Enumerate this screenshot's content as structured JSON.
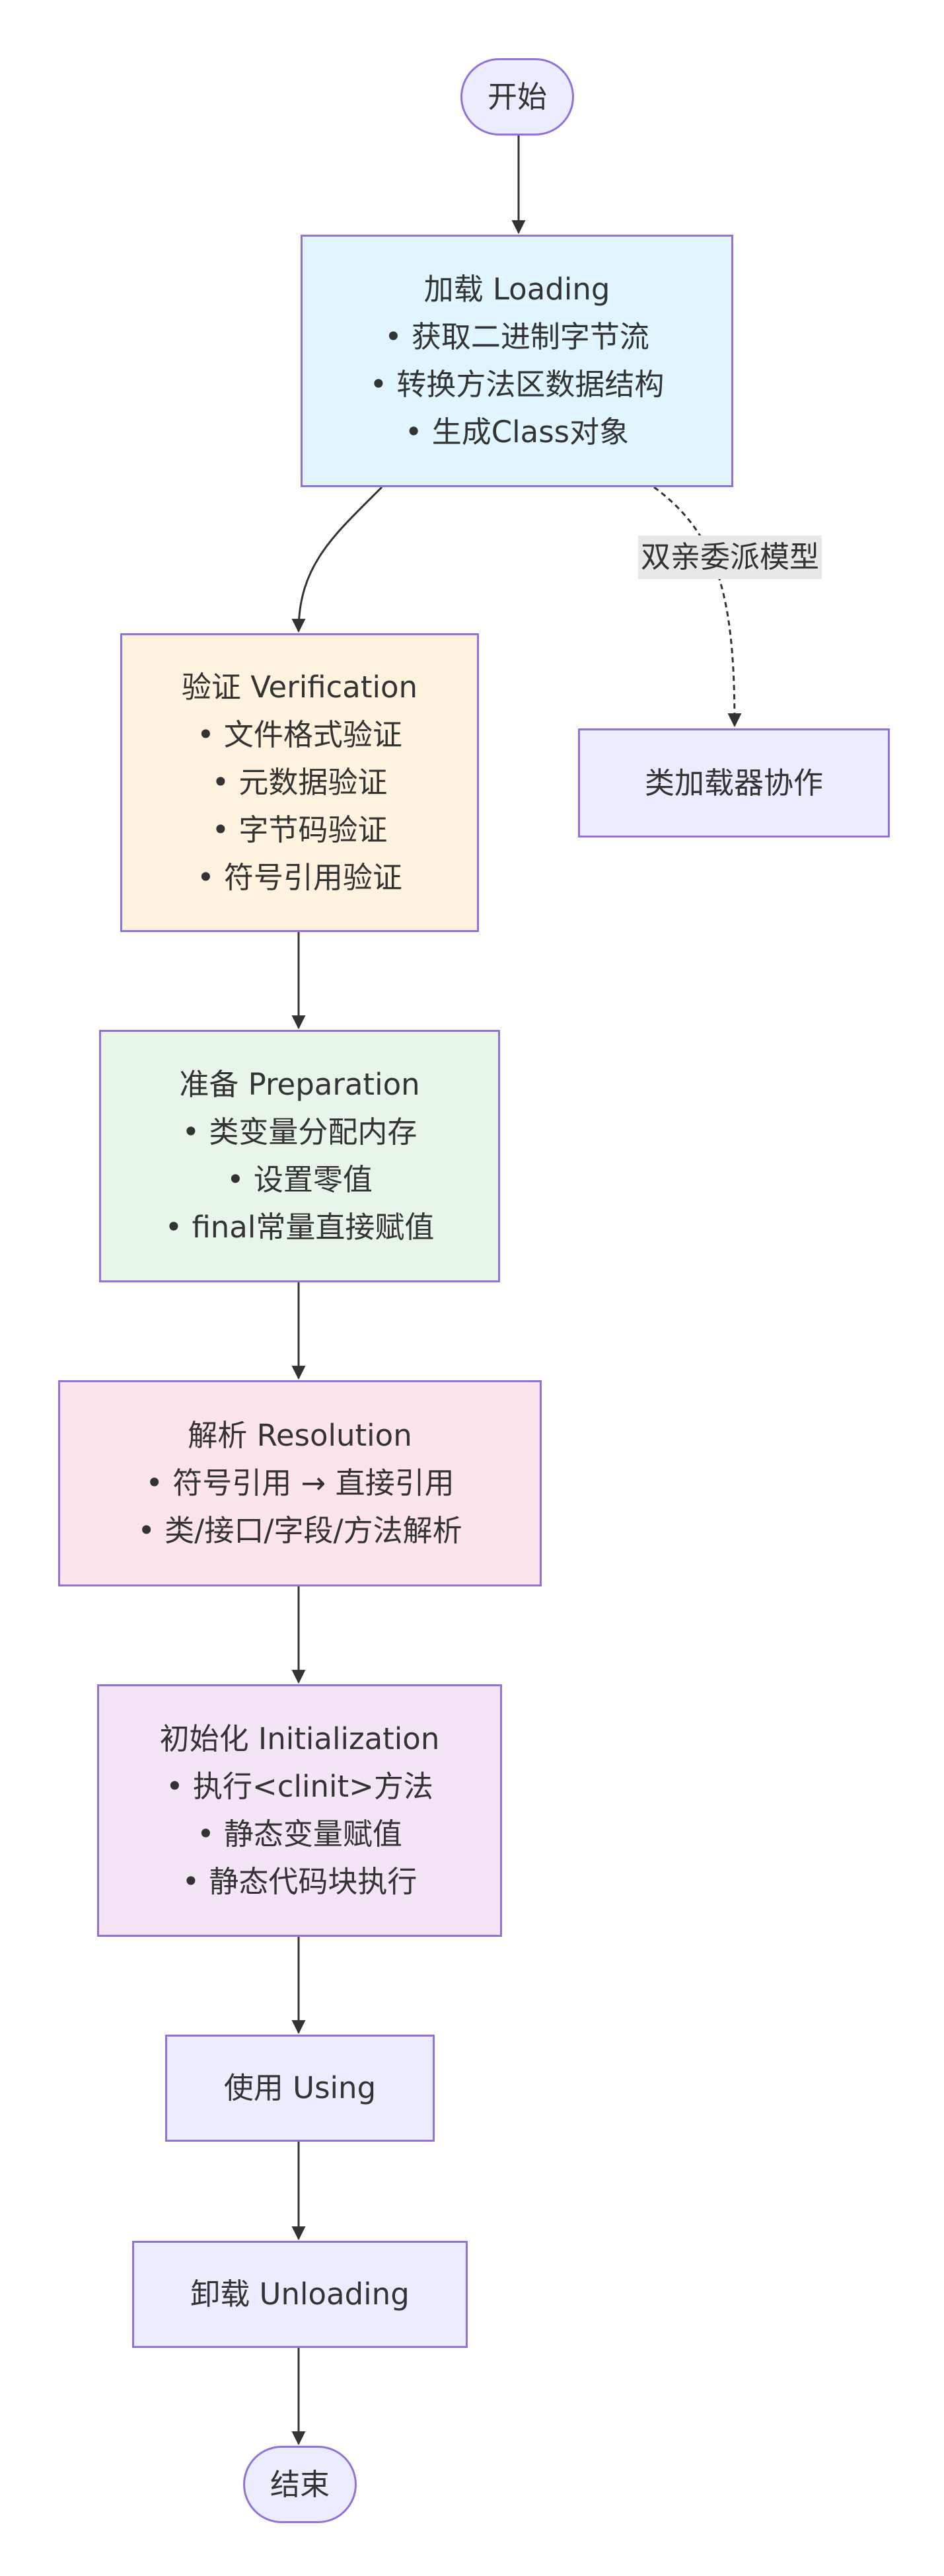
{
  "colors": {
    "border": "#9370DB",
    "arrow": "#333333",
    "loading": "#E1F5FE",
    "verification": "#FFF3E0",
    "preparation": "#E8F5E9",
    "resolution": "#FCE4EC",
    "initialization": "#F3E5F5",
    "default": "#ECECFF"
  },
  "nodes": {
    "start": "开始",
    "loading": {
      "title": "加载 Loading",
      "items": [
        "• 获取二进制字节流",
        "• 转换方法区数据结构",
        "• 生成Class对象"
      ]
    },
    "classloader": "类加载器协作",
    "verification": {
      "title": "验证 Verification",
      "items": [
        "• 文件格式验证",
        "• 元数据验证",
        "• 字节码验证",
        "• 符号引用验证"
      ]
    },
    "preparation": {
      "title": "准备 Preparation",
      "items": [
        "• 类变量分配内存",
        "• 设置零值",
        "• final常量直接赋值"
      ]
    },
    "resolution": {
      "title": "解析 Resolution",
      "items": [
        "• 符号引用 → 直接引用",
        "• 类/接口/字段/方法解析"
      ]
    },
    "initialization": {
      "title": "初始化 Initialization",
      "items": [
        "• 执行<clinit>方法",
        "• 静态变量赋值",
        "• 静态代码块执行"
      ]
    },
    "using": "使用 Using",
    "unloading": "卸载 Unloading",
    "end": "结束"
  },
  "edge_labels": {
    "parent_delegation": "双亲委派模型"
  }
}
